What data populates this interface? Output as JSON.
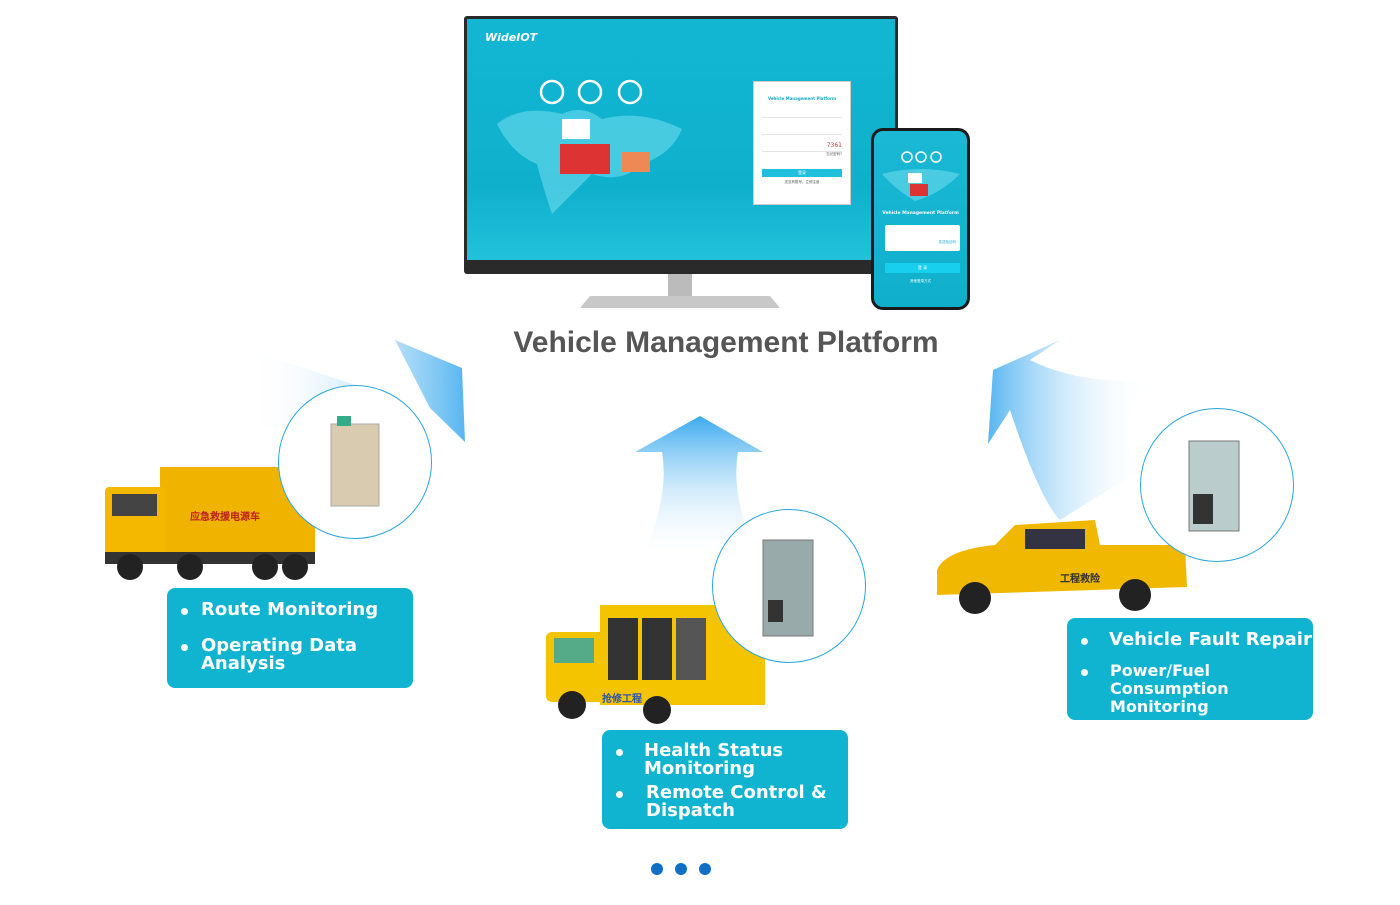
{
  "platform": {
    "title": "Vehicle Management Platform",
    "brand": "WideIOT",
    "login_title": "Vehicle Management Platform",
    "captcha": "7361",
    "login_button": "登录",
    "forgot": "忘记密码?",
    "register_link": "还没有账号，立即注册",
    "phone_title": "Vehicle Management Platform",
    "phone_code_link": "发送验证码",
    "phone_login_button": "登 录",
    "phone_other": "其他登录方式"
  },
  "vehicles": [
    {
      "label": "应急救援电源车",
      "features": [
        "Route Monitoring",
        "Operating Data Analysis"
      ]
    },
    {
      "label": "抢修工程",
      "features": [
        "Health Status Monitoring",
        "Remote Control & Dispatch"
      ]
    },
    {
      "label": "工程救险",
      "features": [
        "Vehicle Fault Repair",
        "Power/Fuel Consumption Monitoring"
      ]
    }
  ],
  "colors": {
    "accent": "#10b4d0",
    "arrow": "#2aa7df",
    "dots": "#0f6fc6",
    "title": "#555555"
  },
  "pagination": {
    "count": 3
  }
}
